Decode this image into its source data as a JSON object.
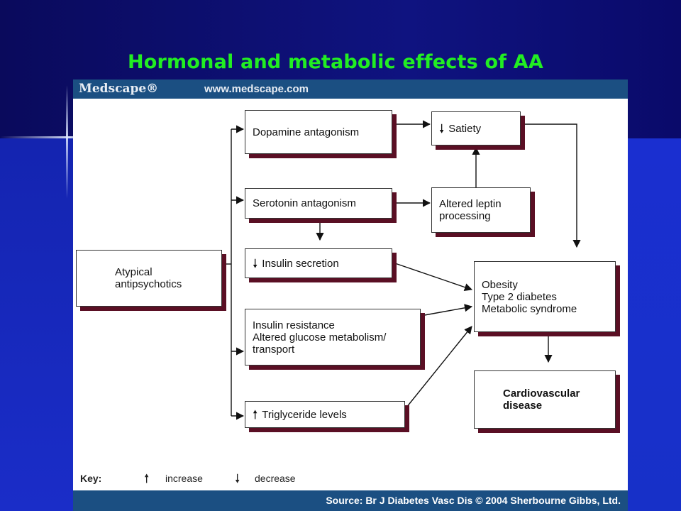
{
  "slide": {
    "title": "Hormonal and metabolic effects of AA"
  },
  "header": {
    "brand": "Medscape®",
    "url": "www.medscape.com"
  },
  "boxes": {
    "atypical": "Atypical\nantipsychotics",
    "dopamine": "Dopamine antagonism",
    "serotonin": "Serotonin antagonism",
    "insulin_secretion": "Insulin secretion",
    "insulin_resistance": "Insulin resistance\nAltered glucose metabolism/\ntransport",
    "triglyceride": "Triglyceride levels",
    "satiety": "Satiety",
    "leptin": "Altered  leptin\nprocessing",
    "outcomes": "Obesity\nType 2 diabetes\nMetabolic syndrome",
    "cardio": "Cardiovascular\ndisease"
  },
  "key": {
    "label": "Key:",
    "increase": "increase",
    "decrease": "decrease"
  },
  "footer": {
    "source": "Source: Br J Diabetes Vasc Dis © 2004 Sherbourne Gibbs, Ltd."
  },
  "colors": {
    "slide_bg": "#0d1590",
    "title": "#22ee22",
    "box_shadow": "#5a0f24",
    "header_bar": "#1b4f82"
  }
}
